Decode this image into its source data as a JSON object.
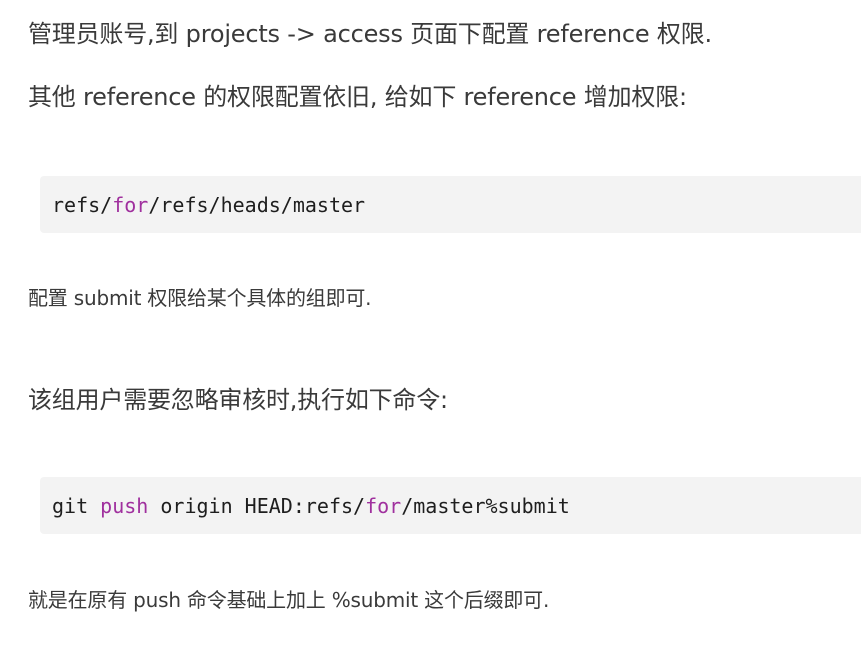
{
  "paragraphs": {
    "p1": "管理员账号,到 projects -> access 页面下配置 reference 权限.",
    "p2": "其他 reference 的权限配置依旧, 给如下 reference 增加权限:",
    "p3": "配置 submit 权限给某个具体的组即可.",
    "p4": "该组用户需要忽略审核时,执行如下命令:",
    "p5": "就是在原有 push 命令基础上加上 %submit 这个后缀即可."
  },
  "code1": {
    "seg1": "refs/",
    "kw1": "for",
    "seg2": "/refs/heads/master"
  },
  "code2": {
    "seg1": "git ",
    "kw1": "push",
    "seg2": " origin HEAD:refs/",
    "kw2": "for",
    "seg3": "/master%submit"
  },
  "colors": {
    "text": "#3a3a3a",
    "code_background": "#f3f3f3",
    "keyword": "#a0309e"
  }
}
